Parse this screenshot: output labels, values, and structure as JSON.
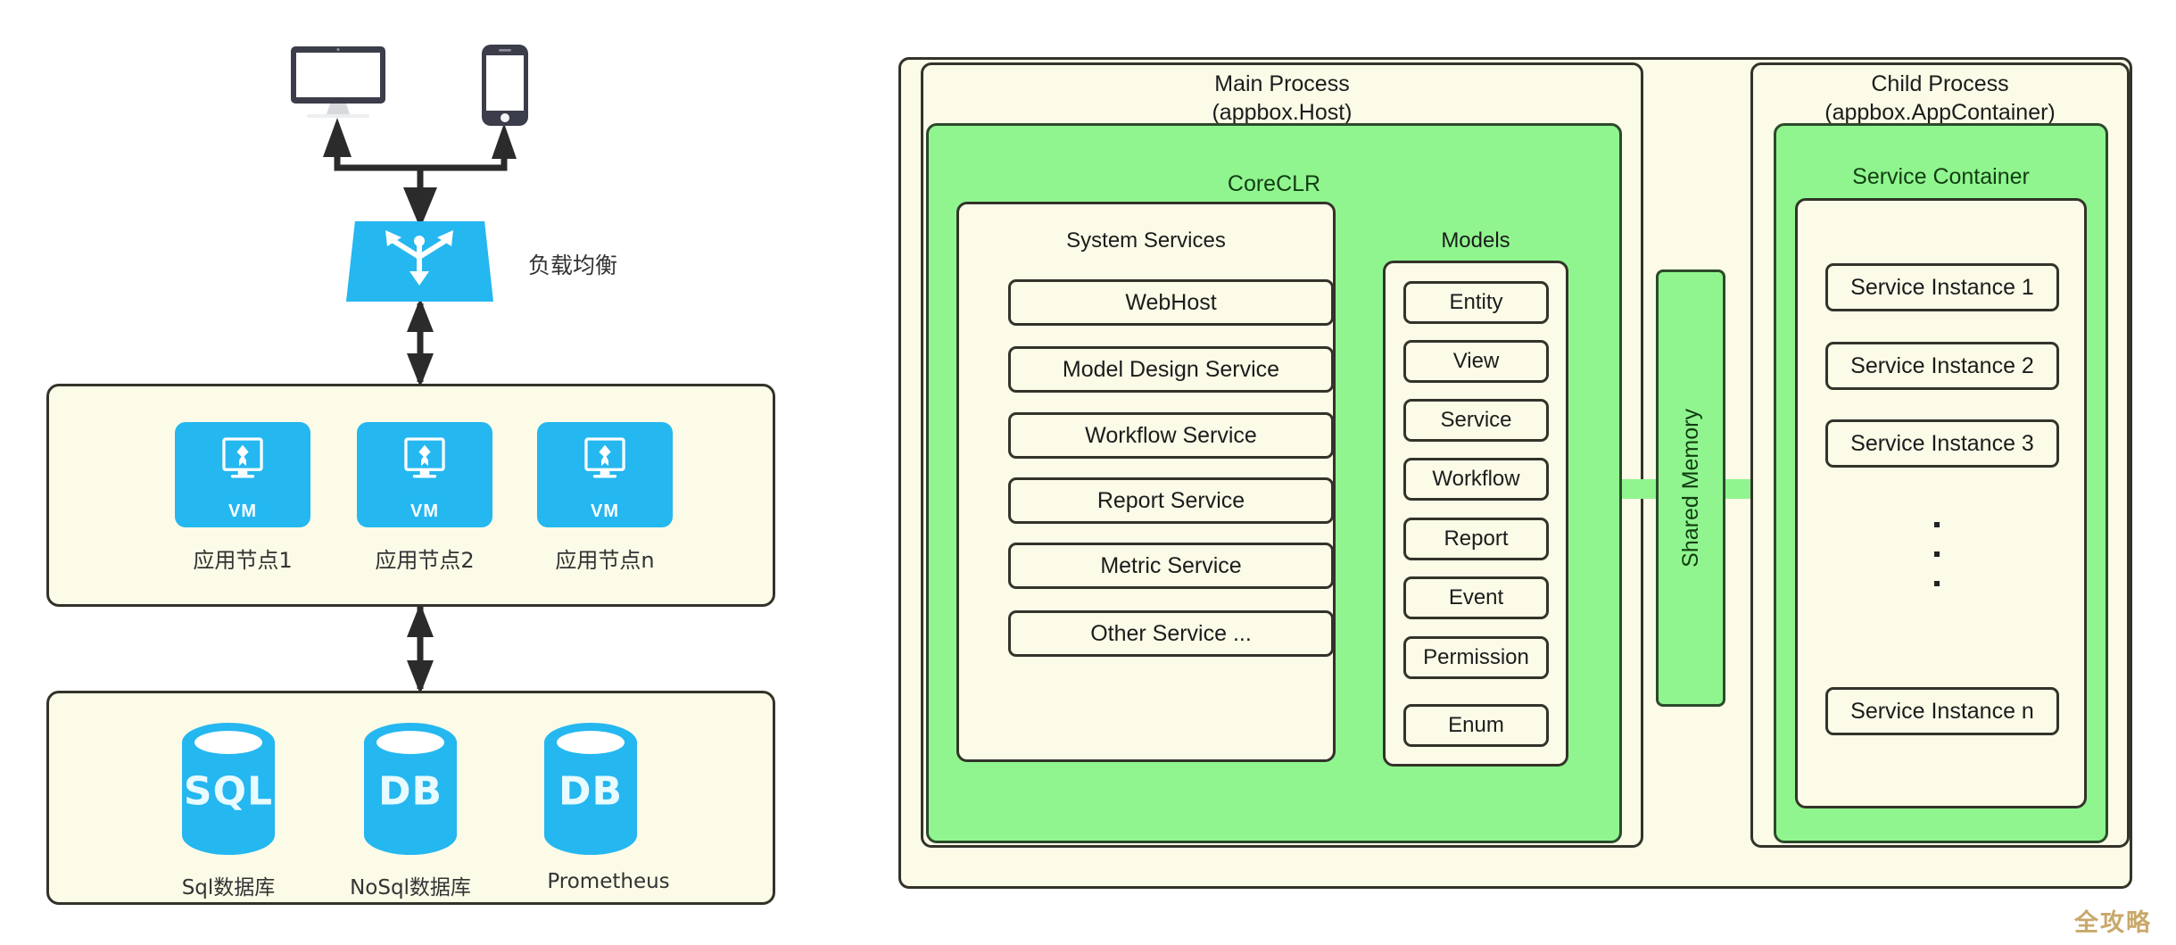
{
  "left": {
    "clients": [
      {
        "icon": "desktop-monitor-icon",
        "name": "desktop"
      },
      {
        "icon": "mobile-phone-icon",
        "name": "phone"
      }
    ],
    "load_balancer": {
      "label": "负载均衡",
      "icon": "load-balancer-icon",
      "color": "#25b7f0"
    },
    "app_nodes": {
      "badge": "VM",
      "items": [
        {
          "label": "应用节点1",
          "icon": "vm-icon"
        },
        {
          "label": "应用节点2",
          "icon": "vm-icon"
        },
        {
          "label": "应用节点n",
          "icon": "vm-icon"
        }
      ]
    },
    "databases": {
      "items": [
        {
          "label": "Sql数据库",
          "badge": "SQL",
          "icon": "database-cylinder-icon"
        },
        {
          "label": "NoSql数据库",
          "badge": "DB",
          "icon": "database-cylinder-icon"
        },
        {
          "label": "Prometheus",
          "badge": "DB",
          "icon": "database-cylinder-icon"
        }
      ]
    }
  },
  "right": {
    "main_process": {
      "title_line1": "Main Process",
      "title_line2": "(appbox.Host)",
      "coreclr_title": "CoreCLR",
      "system_services": {
        "title": "System Services",
        "items": [
          "WebHost",
          "Model Design Service",
          "Workflow Service",
          "Report Service",
          "Metric Service",
          "Other Service ..."
        ]
      },
      "models": {
        "title": "Models",
        "items": [
          "Entity",
          "View",
          "Service",
          "Workflow",
          "Report",
          "Event",
          "Permission",
          "Enum"
        ]
      }
    },
    "shared_memory": {
      "label": "Shared Memory"
    },
    "child_process": {
      "title_line1": "Child Process",
      "title_line2": "(appbox.AppContainer)",
      "container_title": "Service Container",
      "instances_top": [
        "Service Instance 1",
        "Service Instance 2",
        "Service Instance 3"
      ],
      "ellipsis": "vertical-dots",
      "instances_bottom": [
        "Service Instance n"
      ]
    }
  },
  "watermark": {
    "text": "全攻略",
    "color": "#c9a86a"
  },
  "colors": {
    "accent_blue": "#25b7f0",
    "panel_cream": "#fbfbe8",
    "panel_green": "#90f58f",
    "stroke_dark": "#33332a"
  }
}
